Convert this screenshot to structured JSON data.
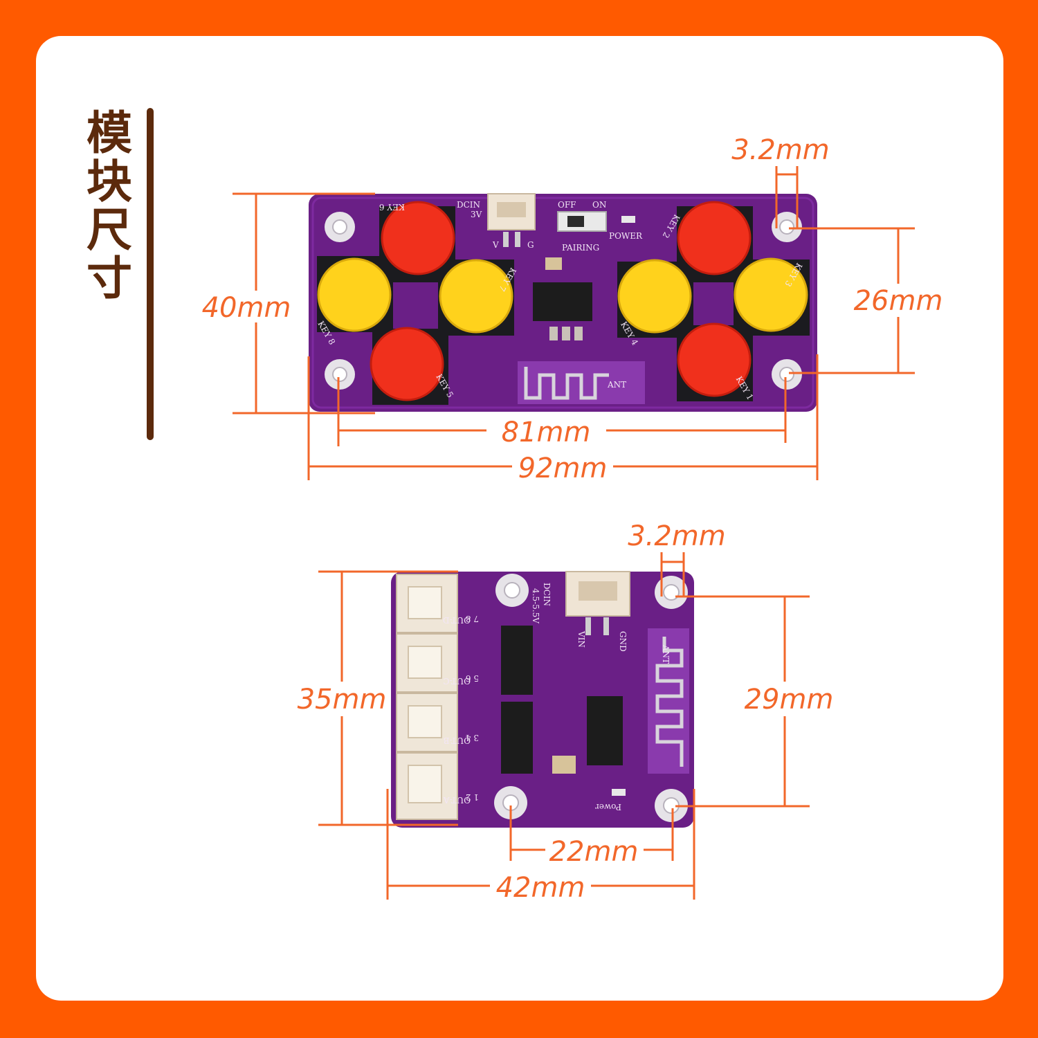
{
  "title": "模块尺寸",
  "colors": {
    "background": "#ff5a00",
    "card": "#ffffff",
    "title": "#5c2a0c",
    "dimension": "#f2672a",
    "pcb": "#6a1f86",
    "button_red": "#f0301c",
    "button_yellow": "#ffd21c"
  },
  "controller_board": {
    "dimensions": {
      "height": "40mm",
      "hole_pitch_height": "26mm",
      "hole_pitch_width": "81mm",
      "width": "92mm",
      "hole_diameter": "3.2mm"
    },
    "silkscreen": {
      "dcin": "DCIN",
      "voltage": "3V",
      "pin_v": "V",
      "pin_g": "G",
      "off": "OFF",
      "on": "ON",
      "pairing": "PAIRING",
      "power": "POWER",
      "ant": "ANT",
      "key1": "KEY 1",
      "key2": "KEY 2",
      "key3": "KEY 3",
      "key4": "KEY 4",
      "key5": "KEY 5",
      "key6": "KEY 6",
      "key7": "KEY 7",
      "key8": "KEY 8"
    }
  },
  "receiver_board": {
    "dimensions": {
      "height": "35mm",
      "hole_pitch_height": "29mm",
      "hole_pitch_width": "22mm",
      "width": "42mm",
      "hole_diameter": "3.2mm"
    },
    "silkscreen": {
      "dcin": "DCIN",
      "voltage": "4.5-5.5V",
      "vin": "VIN",
      "gnd": "GND",
      "ant": "ANT",
      "power": "Power",
      "out_a": "OUT-A",
      "out_b": "OUT-B",
      "out_c": "OUT-C",
      "out_d": "OUT-D",
      "pins_a": "1 2",
      "pins_b": "3 4",
      "pins_c": "5 6",
      "pins_d": "7 8"
    }
  }
}
